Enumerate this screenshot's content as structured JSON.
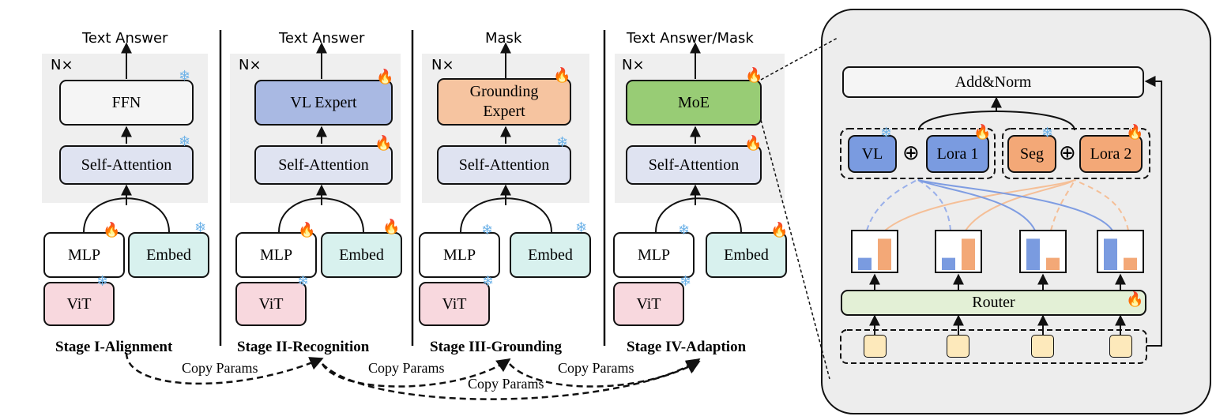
{
  "stages": [
    {
      "output": "Text Answer",
      "repeat": "N×",
      "top_block": "FFN",
      "attention": "Self-Attention",
      "mlp": "MLP",
      "embed": "Embed",
      "vit": "ViT",
      "caption": "Stage I-Alignment",
      "icons": {
        "top": "snowflake-icon",
        "attention": "snowflake-icon",
        "mlp": "fire-icon",
        "embed": "snowflake-icon",
        "vit": "snowflake-icon"
      }
    },
    {
      "output": "Text Answer",
      "repeat": "N×",
      "top_block": "VL Expert",
      "attention": "Self-Attention",
      "mlp": "MLP",
      "embed": "Embed",
      "vit": "ViT",
      "caption": "Stage II-Recognition",
      "icons": {
        "top": "fire-icon",
        "attention": "fire-icon",
        "mlp": "fire-icon",
        "embed": "fire-icon",
        "vit": "snowflake-icon"
      }
    },
    {
      "output": "Mask",
      "repeat": "N×",
      "top_block_line1": "Grounding",
      "top_block_line2": "Expert",
      "attention": "Self-Attention",
      "mlp": "MLP",
      "embed": "Embed",
      "vit": "ViT",
      "caption": "Stage III-Grounding",
      "icons": {
        "top": "fire-icon",
        "attention": "snowflake-icon",
        "mlp": "snowflake-icon",
        "embed": "snowflake-icon",
        "vit": "snowflake-icon"
      }
    },
    {
      "output": "Text Answer/Mask",
      "repeat": "N×",
      "top_block": "MoE",
      "attention": "Self-Attention",
      "mlp": "MLP",
      "embed": "Embed",
      "vit": "ViT",
      "caption": "Stage IV-Adaption",
      "icons": {
        "top": "fire-icon",
        "attention": "fire-icon",
        "mlp": "snowflake-icon",
        "embed": "fire-icon",
        "vit": "snowflake-icon"
      }
    }
  ],
  "copy_params": [
    "Copy Params",
    "Copy Params",
    "Copy Params",
    "Copy Params"
  ],
  "moe_detail": {
    "add_norm": "Add&Norm",
    "vl": "VL",
    "lora1": "Lora 1",
    "seg": "Seg",
    "lora2": "Lora 2",
    "oplus": "⊕",
    "router": "Router",
    "router_icon": "fire-icon",
    "router_weights": [
      {
        "vl": 0.35,
        "seg": 0.9
      },
      {
        "vl": 0.35,
        "seg": 0.9
      },
      {
        "vl": 0.9,
        "seg": 0.35
      },
      {
        "vl": 0.9,
        "seg": 0.35
      }
    ]
  },
  "colors": {
    "ffn": "#f5f5f5",
    "vl_expert": "#a9b9e3",
    "grounding": "#f6c4a0",
    "moe": "#98cc75",
    "attention": "#dfe3f1",
    "mlp": "#ffffff",
    "embed": "#d8f1ee",
    "vit": "#f8d8de",
    "router": "#e3f0d6",
    "vl": "#7a9be0",
    "seg": "#f3a877",
    "token": "#fde9bb",
    "panel": "#ededed",
    "stage_bg": "#efefef"
  },
  "glyphs": {
    "fire": "🔥",
    "snow": "❄"
  }
}
